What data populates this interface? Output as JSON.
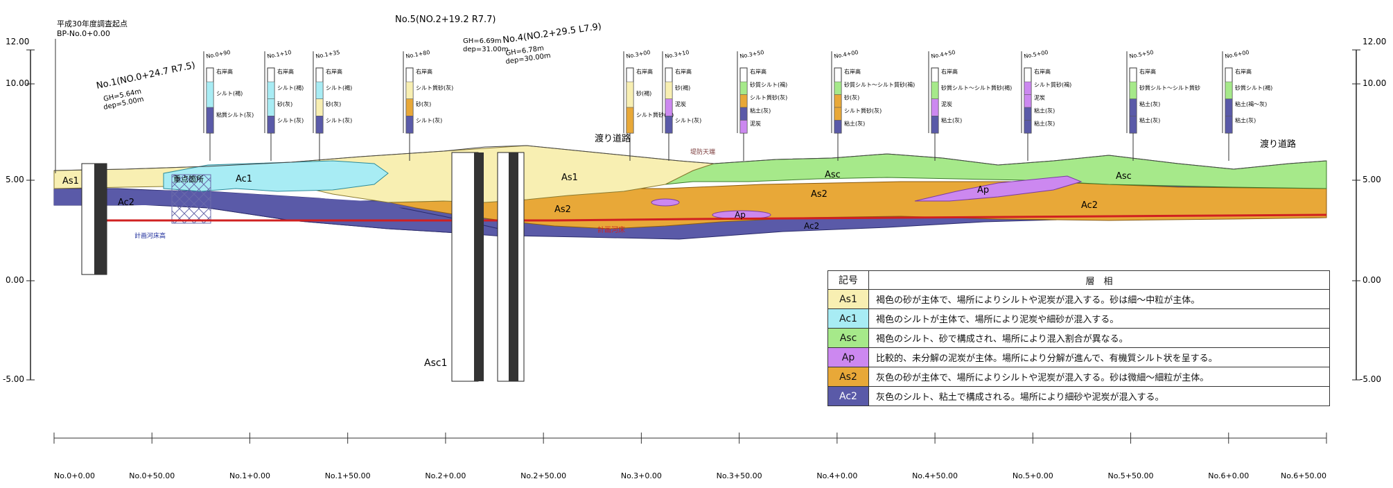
{
  "elevation_ticks": [
    "12.00",
    "10.00",
    "5.00",
    "0.00",
    "-5.00"
  ],
  "stations": [
    "No.0+0.00",
    "No.0+50.00",
    "No.1+0.00",
    "No.1+50.00",
    "No.2+0.00",
    "No.2+50.00",
    "No.3+0.00",
    "No.3+50.00",
    "No.4+0.00",
    "No.4+50.00",
    "No.5+0.00",
    "No.5+50.00",
    "No.6+0.00",
    "No.6+50.00"
  ],
  "header_notes": {
    "start_title": "平成30年度調査起点",
    "start_sub": "BP-No.0+0.00"
  },
  "borings": [
    {
      "title": "No.1(NO.0+24.7 R7.5)",
      "sub1": "GH=5.64m",
      "sub2": "dep=5.00m"
    },
    {
      "title": "No.5(NO.2+19.2 R7.7)",
      "sub1": "GH=6.69m",
      "sub2": "dep=31.00m"
    },
    {
      "title": "No.4(NO.2+29.5 L7.9)",
      "sub1": "GH=6.78m",
      "sub2": "dep=30.00m"
    }
  ],
  "columns": [
    {
      "title": "No.0+90",
      "layers": [
        "右岸高",
        "シルト(褐)",
        "粘質シルト(灰)"
      ]
    },
    {
      "title": "No.1+10",
      "layers": [
        "右岸高",
        "シルト(褐)",
        "砂(灰)",
        "シルト(灰)"
      ]
    },
    {
      "title": "No.1+35",
      "layers": [
        "右岸高",
        "シルト(褐)",
        "砂(灰)",
        "シルト(灰)"
      ]
    },
    {
      "title": "No.1+80",
      "layers": [
        "右岸高",
        "シルト質砂(灰)",
        "砂(灰)",
        "シルト(灰)"
      ]
    },
    {
      "title": "No.3+00",
      "layers": [
        "右岸高",
        "砂(褐)",
        "シルト質砂(灰)"
      ]
    },
    {
      "title": "No.3+10",
      "layers": [
        "右岸高",
        "砂(褐)",
        "泥炭",
        "シルト(灰)"
      ]
    },
    {
      "title": "No.3+50",
      "layers": [
        "右岸高",
        "砂質シルト(褐)",
        "シルト質砂(灰)",
        "粘土(灰)",
        "泥炭"
      ]
    },
    {
      "title": "No.4+00",
      "layers": [
        "右岸高",
        "砂質シルト～シルト質砂(褐)",
        "砂(灰)",
        "シルト質砂(灰)",
        "粘土(灰)"
      ]
    },
    {
      "title": "No.4+50",
      "layers": [
        "右岸高",
        "砂質シルト～シルト質砂(褐)",
        "泥炭",
        "粘土(灰)"
      ]
    },
    {
      "title": "No.5+00",
      "layers": [
        "右岸高",
        "シルト質砂(褐)",
        "泥炭",
        "粘土(灰)",
        "粘土(灰)"
      ]
    },
    {
      "title": "No.5+50",
      "layers": [
        "右岸高",
        "砂質シルト～シルト質砂",
        "粘土(灰)",
        "粘土(灰)"
      ]
    },
    {
      "title": "No.6+00",
      "layers": [
        "右岸高",
        "砂質シルト(褐)",
        "粘土(褐～灰)",
        "粘土(灰)"
      ]
    }
  ],
  "section_labels": {
    "as1_left": "As1",
    "ac2_left": "Ac2",
    "focus_zone": "重点箇所",
    "ac1": "Ac1",
    "as1_mid": "As1",
    "as2_mid": "As2",
    "ap_small": "Ap",
    "asc_right": "Asc",
    "as2_right": "As2",
    "ap_right": "Ap",
    "asc_far": "Asc",
    "ac2_right": "Ac2",
    "ac2_mid": "Ac2",
    "asc1": "Asc1",
    "road_left": "渡り道路",
    "road_right": "渡り道路",
    "levee_top": "堤防天端",
    "plan_line": "計画河床",
    "left_note": "計画河床高"
  },
  "legend": {
    "header_symbol": "記号",
    "header_desc": "層　相",
    "rows": [
      {
        "symbol": "As1",
        "desc": "褐色の砂が主体で、場所によりシルトや泥炭が混入する。砂は細～中粒が主体。",
        "color": "#f8efb2"
      },
      {
        "symbol": "Ac1",
        "desc": "褐色のシルトが主体で、場所により泥炭や細砂が混入する。",
        "color": "#a8ecf4"
      },
      {
        "symbol": "Asc",
        "desc": "褐色のシルト、砂で構成され、場所により混入割合が異なる。",
        "color": "#a6e98a"
      },
      {
        "symbol": "Ap",
        "desc": "比較的、未分解の泥炭が主体。場所により分解が進んで、有機質シルト状を呈する。",
        "color": "#cc88f0"
      },
      {
        "symbol": "As2",
        "desc": "灰色の砂が主体で、場所によりシルトや泥炭が混入する。砂は微細～細粒が主体。",
        "color": "#e8a838"
      },
      {
        "symbol": "Ac2",
        "desc": "灰色のシルト、粘土で構成される。場所により細砂や泥炭が混入する。",
        "color": "#5a5aa8"
      }
    ]
  }
}
